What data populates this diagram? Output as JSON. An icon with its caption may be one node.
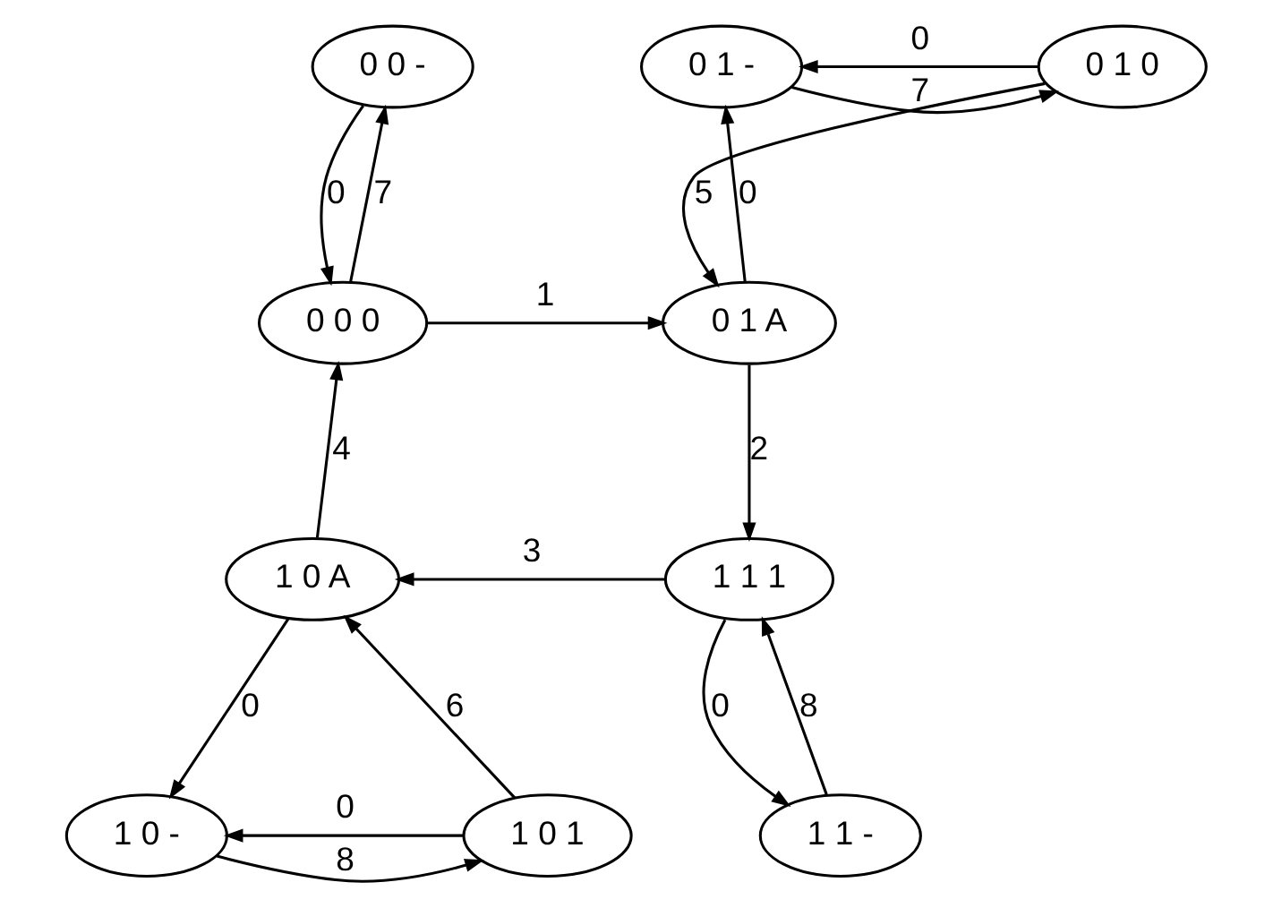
{
  "diagram": {
    "nodes": [
      {
        "text": [
          "0 0 -"
        ]
      },
      {
        "text": [
          "0 1 -"
        ]
      },
      {
        "text": [
          "0 1 0"
        ]
      },
      {
        "text": [
          "0 0 0"
        ]
      },
      {
        "text": [
          "0 1 A"
        ]
      },
      {
        "text": [
          "1 0 A"
        ]
      },
      {
        "text": [
          "1 1 1"
        ]
      },
      {
        "text": [
          "1 0 1"
        ]
      },
      {
        "text": [
          "1 0 -"
        ]
      },
      {
        "text": [
          "1 1 -"
        ]
      }
    ],
    "edges": [
      {
        "from": 0,
        "to": 3,
        "arrow": "to",
        "label": "0"
      },
      {
        "from": 3,
        "to": 0,
        "arrow": "to",
        "label": "7"
      },
      {
        "from": 2,
        "to": 1,
        "arrow": "to",
        "label": "0"
      },
      {
        "from": 1,
        "to": 2,
        "arrow": "to",
        "label": "7"
      },
      {
        "from": 4,
        "to": 1,
        "arrow": "to",
        "label": "0"
      },
      {
        "from": 2,
        "to": 4,
        "arrow": "to",
        "label": "5"
      },
      {
        "from": 3,
        "to": 4,
        "arrow": "to",
        "label": "1"
      },
      {
        "from": 4,
        "to": 6,
        "arrow": "to",
        "label": "2"
      },
      {
        "from": 6,
        "to": 5,
        "arrow": "to",
        "label": "3"
      },
      {
        "from": 5,
        "to": 3,
        "arrow": "to",
        "label": "4"
      },
      {
        "from": 7,
        "to": 5,
        "arrow": "to",
        "label": "6"
      },
      {
        "from": 5,
        "to": 8,
        "arrow": "to",
        "label": "0"
      },
      {
        "from": 7,
        "to": 8,
        "arrow": "to",
        "label": "0"
      },
      {
        "from": 8,
        "to": 7,
        "arrow": "to",
        "label": "8"
      },
      {
        "from": 6,
        "to": 9,
        "arrow": "to",
        "label": "0"
      },
      {
        "from": 9,
        "to": 6,
        "arrow": "to",
        "label": "8"
      }
    ]
  }
}
